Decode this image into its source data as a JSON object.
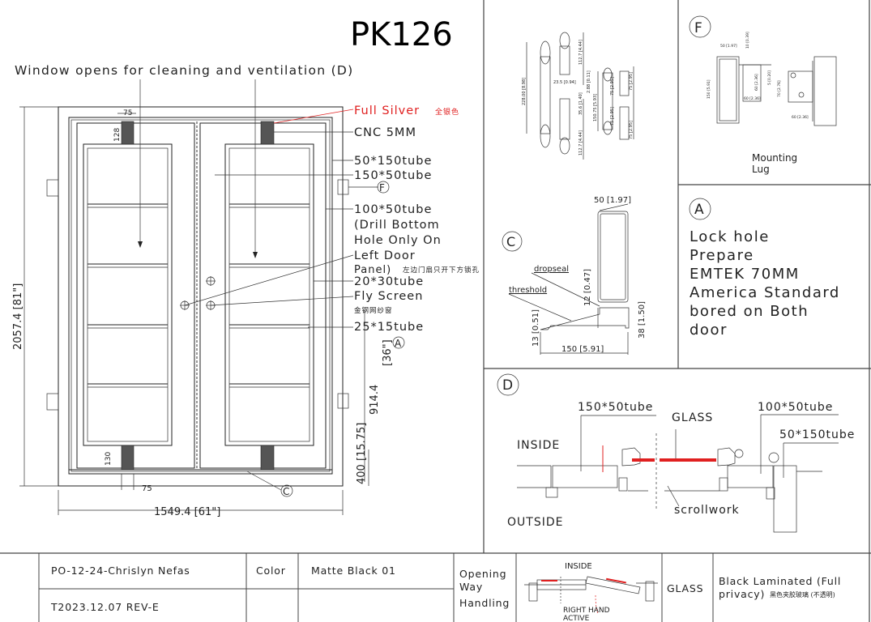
{
  "title": "PK126",
  "subtitle": "Window opens for cleaning and ventilation (D)",
  "elevation": {
    "callouts": {
      "finish": "Full Silver",
      "finish_cn": "全银色",
      "cnc": "CNC 5MM",
      "tube_50_150": "50*150tube",
      "tube_150_50": "150*50tube",
      "tube_100_50_l1": "100*50tube",
      "tube_100_50_l2": "(Drill Bottom",
      "tube_100_50_l3": "Hole Only On",
      "tube_100_50_l4": "Left Door",
      "tube_100_50_l5": "Panel)",
      "tube_100_50_cn": "左边门扇只开下方锁孔",
      "tube_20_30": "20*30tube",
      "fly_screen": "Fly Screen",
      "fly_screen_cn": "金钢网纱窗",
      "tube_25_15": "25*15tube"
    },
    "markers": {
      "A": "A",
      "C": "C",
      "F": "F"
    },
    "dimensions": {
      "height": "2057.4 [81\"]",
      "width": "1549.4 [61\"]",
      "lock_height_mm": "914.4",
      "lock_height_in": "[36\"]",
      "bottom_rail": "400 [15.75]",
      "top_offset": "75",
      "bottom_offset": "75",
      "top_block": "128",
      "bottom_block": "130"
    },
    "colors": {
      "finish": "#e02020"
    }
  },
  "hinge_detail": {
    "dims": [
      "228.00 [8.98]",
      "112.7 [4.44]",
      "23.5 [0.94]",
      "2.88 [0.11]",
      "35.6 [1.40]",
      "112.7 [4.44]",
      "150.75 [5.93]",
      "75 [2.95]",
      "75 [2.95]",
      "75 [2.95]",
      "75 [2.95]"
    ]
  },
  "lug_detail": {
    "marker": "F",
    "caption_l1": "Mounting",
    "caption_l2": "Lug",
    "dims": [
      "50 [1.97]",
      "10 [0.39]",
      "150 [5.91]",
      "60 [2.36]",
      "60 [2.36]",
      "5 [0.20]",
      "70 [2.76]",
      "60 [2.36]"
    ]
  },
  "threshold_detail": {
    "marker": "C",
    "dropseal": "dropseal",
    "threshold": "threshold",
    "dims": {
      "top": "50 [1.97]",
      "seal": "12 [0.47]",
      "height": "38 [1.50]",
      "lip": "13 [0.51]",
      "width": "150 [5.91]"
    }
  },
  "lock_note": {
    "marker": "A",
    "lines": [
      "Lock hole",
      "Prepare",
      "EMTEK 70MM",
      "America Standard",
      "bored on Both",
      "door"
    ]
  },
  "section_detail": {
    "marker": "D",
    "inside": "INSIDE",
    "outside": "OUTSIDE",
    "tube_150_50": "150*50tube",
    "glass": "GLASS",
    "tube_100_50": "100*50tube",
    "tube_50_150": "50*150tube",
    "scrollwork": "scrollwork",
    "colors": {
      "glass": "#e02020"
    }
  },
  "title_block": {
    "project": "PO-12-24-Chrislyn Nefas",
    "revision": "T2023.12.07 REV-E",
    "color_label": "Color",
    "color_value": "Matte Black 01",
    "opening_l1": "Opening",
    "opening_l2": "Way",
    "opening_l3": "Handling",
    "opening_inside": "INSIDE",
    "opening_hand_l1": "RIGHT HAND",
    "opening_hand_l2": "ACTIVE",
    "glass_label": "GLASS",
    "glass_value_l1": "Black Laminated (Full",
    "glass_value_l2": "privacy)",
    "glass_value_cn": "黑色夹胶玻璃 (不透明)"
  }
}
